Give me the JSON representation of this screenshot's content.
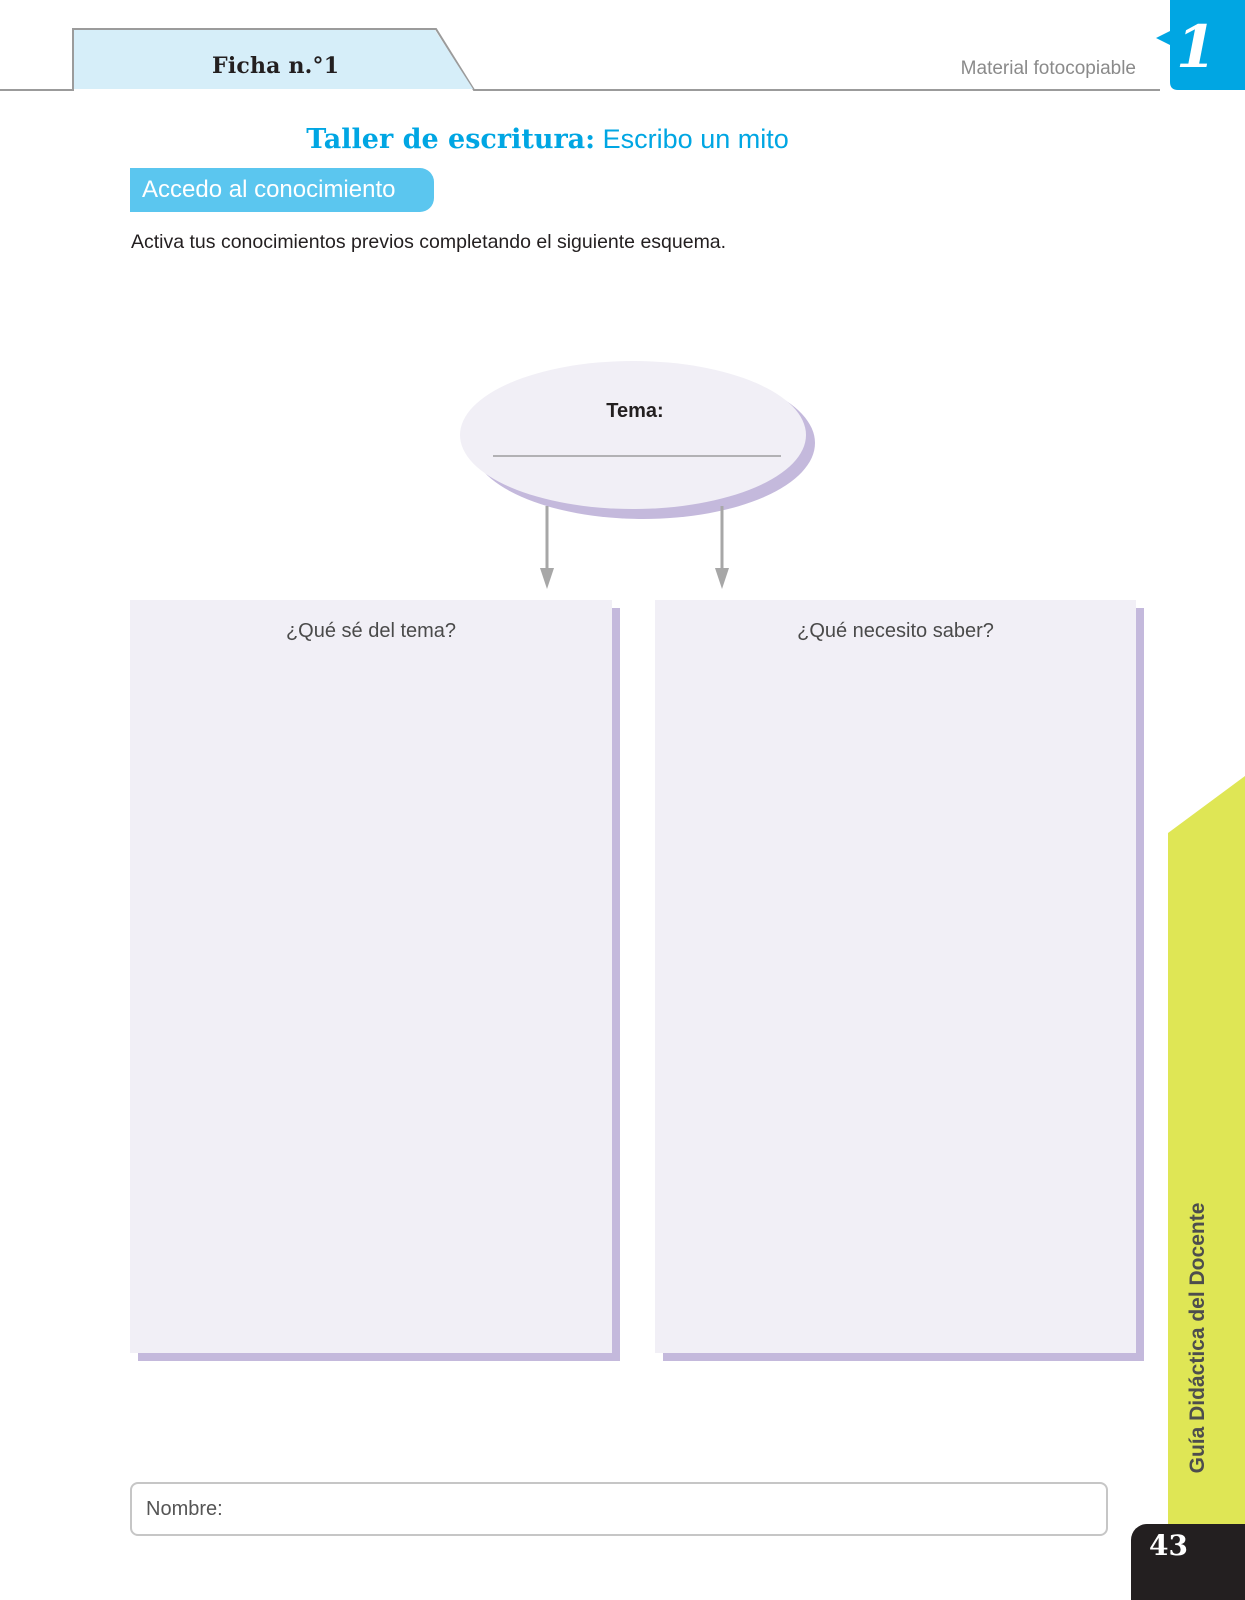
{
  "header": {
    "ficha_label": "Ficha n.°1",
    "material_label": "Material fotocopiable",
    "unit_number": "1",
    "tab_color": "#d6eef9",
    "accent_color": "#00a6e3"
  },
  "title": {
    "bold": "Taller de escritura:",
    "light": "Escribo un mito"
  },
  "section": {
    "label": "Accedo al conocimiento"
  },
  "instruction": "Activa tus conocimientos previos completando el siguiente esquema.",
  "diagram": {
    "topic_label": "Tema:",
    "left_column_title": "¿Qué sé del tema?",
    "right_column_title": "¿Qué necesito saber?",
    "fill_color": "#f1eff6",
    "shadow_color": "#c4b9dc"
  },
  "name_field": {
    "label": "Nombre:"
  },
  "side_tab": {
    "label": "Guía Didáctica del Docente",
    "color": "#dfe655"
  },
  "page_number": "43"
}
